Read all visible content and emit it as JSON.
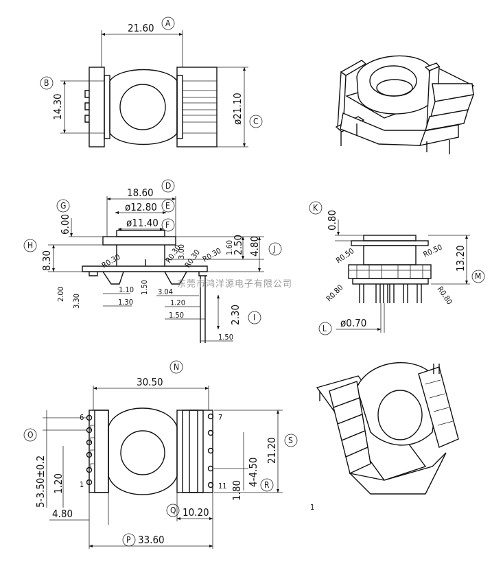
{
  "balloons": {
    "A": "A",
    "B": "B",
    "C": "C",
    "D": "D",
    "E": "E",
    "F": "F",
    "G": "G",
    "H": "H",
    "I": "I",
    "J": "J",
    "K": "K",
    "L": "L",
    "M": "M",
    "N": "N",
    "O": "O",
    "P": "P",
    "Q": "Q",
    "R": "R",
    "S": "S"
  },
  "top_view": {
    "width": "21.60",
    "pin_span": "14.30",
    "outer_dia": "ø21.10"
  },
  "side_view": {
    "d_outer": "18.60",
    "d_flange": "ø12.80",
    "d_core": "ø11.40",
    "flange_th": "6.00",
    "height": "8.30",
    "h_2_50": "2.50",
    "h_4_80": "4.80",
    "h_1_60": "1.60",
    "h_2_00": "2.00",
    "h_3_30": "3.30",
    "w_1_10": "1.10",
    "w_1_30": "1.30",
    "h_1_50": "1.50",
    "w_3_04": "3.04",
    "w_1_20": "1.20",
    "w_1_50a": "1.50",
    "w_1_50b": "1.50",
    "h_2_30": "2.30",
    "h_3_00": "3.00",
    "r1": "R0.30",
    "r2": "R0.30",
    "r3": "R0.30",
    "r4": "R0.30"
  },
  "front_view": {
    "top_th": "0.80",
    "height": "13.20",
    "pin_dia": "ø0.70",
    "r_top_left": "R0.50",
    "r_top_right": "R0.50",
    "r_bot_left": "R0.80",
    "r_bot_right": "R0.80"
  },
  "bottom_view": {
    "inner_width": "30.50",
    "pitch": "5-3.50±0.2",
    "pin_gap": "1.20",
    "pin_offset": "4.80",
    "overall_width": "33.60",
    "right_block": "10.20",
    "right_gap": "1.80",
    "right_pitch": "4-4.50",
    "right_height": "21.20",
    "pin6": "6",
    "pin1": "1",
    "pin7": "7",
    "pin11": "11",
    "page_mark": "1"
  },
  "watermark": "东莞市鸿洋源电子有限公司"
}
